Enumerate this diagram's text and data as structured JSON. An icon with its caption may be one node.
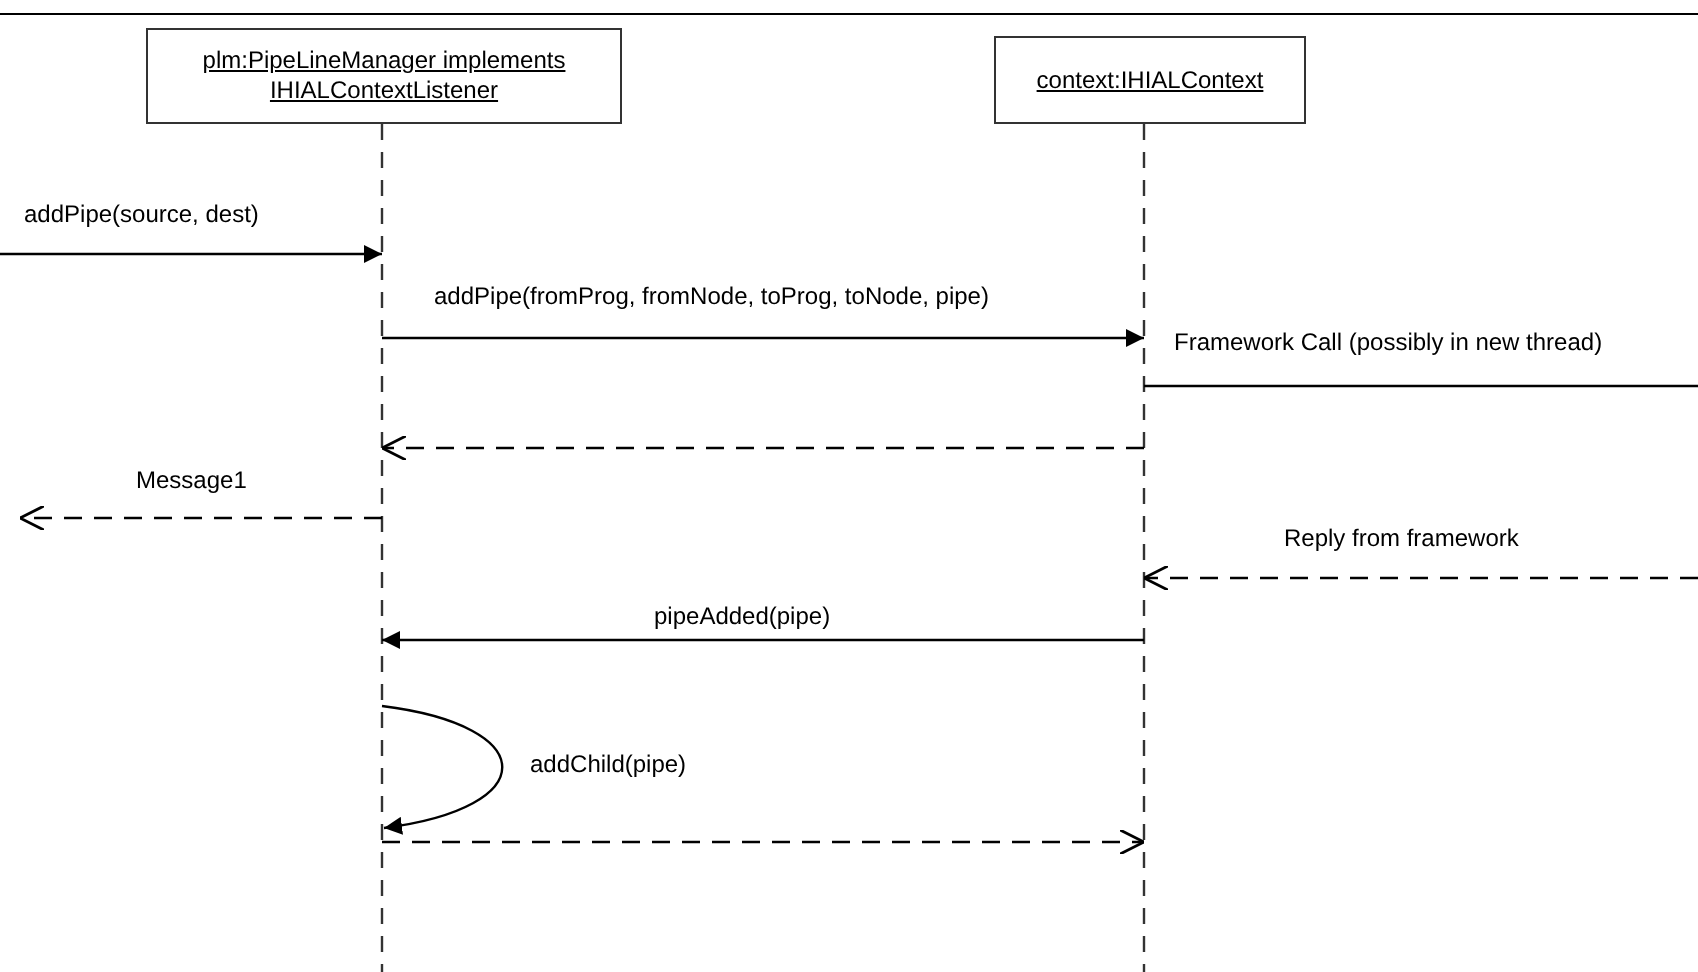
{
  "diagram": {
    "nodes": [
      {
        "text": [
          "plm:PipeLineManager implements IHIALContextListener"
        ]
      },
      {
        "text": [
          "context:IHIALContext"
        ]
      }
    ],
    "edges": [
      {
        "from": null,
        "to": 0,
        "arrow": "to",
        "label": "addPipe(source, dest)"
      },
      {
        "from": 0,
        "to": 1,
        "arrow": "to",
        "label": "addPipe(fromProg, fromNode, toProg, toNode, pipe)"
      },
      {
        "from": 1,
        "to": null,
        "arrow": "none",
        "label": "Framework Call (possibly in new thread)"
      },
      {
        "from": 1,
        "to": 0,
        "arrow": "to",
        "style": "dashed"
      },
      {
        "from": 0,
        "to": null,
        "arrow": "to",
        "style": "dashed",
        "label": "Message1"
      },
      {
        "from": null,
        "to": 1,
        "arrow": "to",
        "style": "dashed",
        "label": "Reply from framework"
      },
      {
        "from": 1,
        "to": 0,
        "arrow": "to",
        "label": "pipeAdded(pipe)"
      },
      {
        "from": 0,
        "to": 0,
        "arrow": "to",
        "label": "addChild(pipe)"
      },
      {
        "from": 0,
        "to": 1,
        "arrow": "to",
        "style": "dashed"
      }
    ]
  }
}
